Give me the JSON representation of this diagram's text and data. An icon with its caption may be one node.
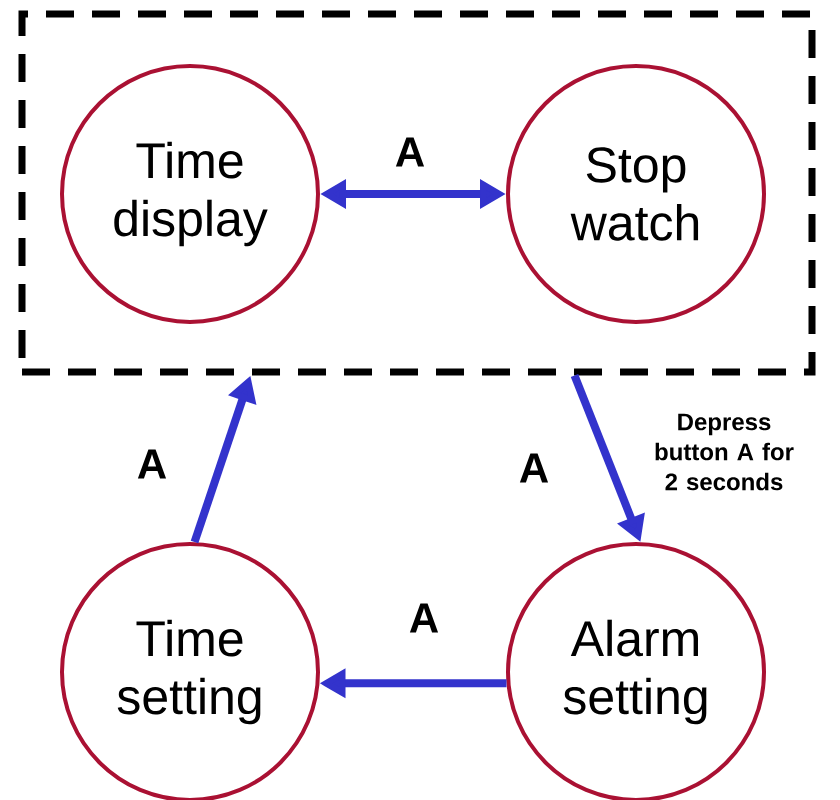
{
  "diagram": {
    "nodes": [
      {
        "text": [],
        "shape": "box"
      },
      {
        "text": [
          "Time display"
        ],
        "in": 0
      },
      {
        "text": [
          "Stop watch"
        ],
        "in": 0
      },
      {
        "text": [
          "Time setting"
        ]
      },
      {
        "text": [
          "Alarm setting"
        ]
      }
    ],
    "edges": [
      {
        "from": 1,
        "to": 2,
        "arrow": "both",
        "label": "A"
      },
      {
        "from": 0,
        "to": 4,
        "arrow": "to",
        "label": "A"
      },
      {
        "from": 4,
        "to": 3,
        "arrow": "to",
        "label": "A"
      },
      {
        "from": 3,
        "to": 0,
        "arrow": "to",
        "label": "A"
      }
    ],
    "labels": [
      "Depress button A for 2 seconds"
    ]
  }
}
